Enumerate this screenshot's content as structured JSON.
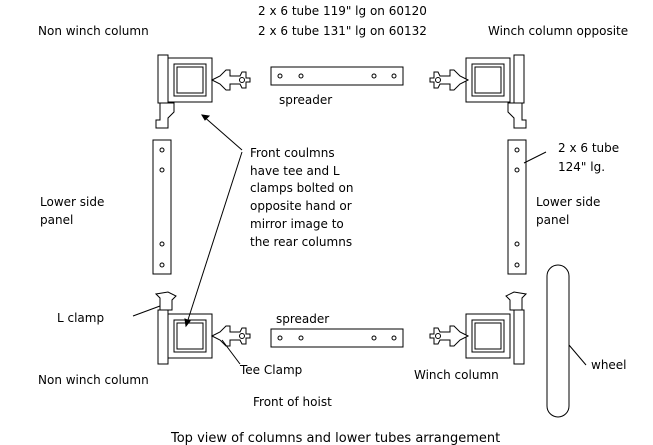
{
  "labels": {
    "non_winch_column_top": "Non winch column",
    "tube_spec_line1": "2 x 6 tube 119\" lg on 60120",
    "tube_spec_line2": "2 x 6 tube 131\" lg on 60132",
    "winch_column_opposite": "Winch column opposite",
    "spreader_top": "spreader",
    "front_note": [
      "Front coulmns",
      "have tee and L",
      "clamps bolted on",
      "opposite hand or",
      "mirror image to",
      "the rear columns"
    ],
    "tube_124_line1": "2 x 6 tube",
    "tube_124_line2": "124\" lg.",
    "lower_side_panel_left": [
      "Lower side",
      "panel"
    ],
    "lower_side_panel_right": [
      "Lower side",
      "panel"
    ],
    "l_clamp": "L clamp",
    "spreader_bottom": "spreader",
    "tee_clamp": "Tee Clamp",
    "wheel": "wheel",
    "non_winch_column_bottom": "Non winch column",
    "winch_column": "Winch column",
    "front_of_hoist": "Front of hoist",
    "caption": "Top view of columns and lower tubes arrangement"
  }
}
